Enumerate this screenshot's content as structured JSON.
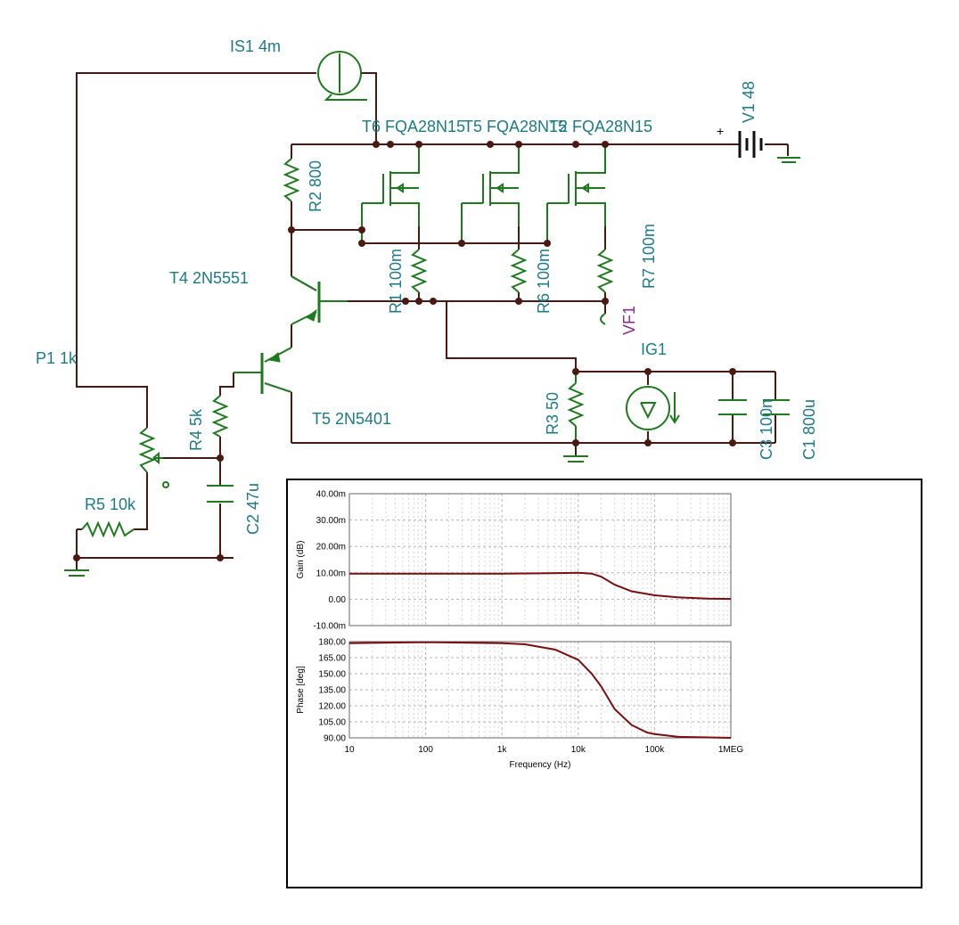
{
  "schematic": {
    "labels": {
      "is1": "IS1 4m",
      "t6": "T6 FQA28N15",
      "t5b": "T5 FQA28N15",
      "t2": "T2 FQA28N15",
      "v1": "V1 48",
      "v1_plus": "+",
      "r2": "R2 800",
      "t4": "T4 2N5551",
      "r1": "R1 100m",
      "r6": "R6 100m",
      "r7": "R7 100m",
      "vf1": "VF1",
      "ig1": "IG1",
      "p1": "P1 1k",
      "r4": "R4 5k",
      "t5": "T5 2N5401",
      "r3": "R3 50",
      "c3": "C3 100n",
      "c1": "C1 800u",
      "r5": "R5 10k",
      "c2": "C2 47u"
    }
  },
  "chart_data": [
    {
      "type": "line",
      "ylabel": "Gain (dB)",
      "xlabel": "Frequency (Hz)",
      "x_scale": "log",
      "xlim": [
        10,
        1000000
      ],
      "ylim": [
        -0.01,
        0.04
      ],
      "yticks": [
        "40.00m",
        "30.00m",
        "20.00m",
        "10.00m",
        "0.00",
        "-10.00m"
      ],
      "series": [
        {
          "x": [
            10,
            100,
            1000,
            3000,
            10000,
            15000,
            20000,
            30000,
            50000,
            100000,
            200000,
            500000,
            1000000
          ],
          "y": [
            0.0097,
            0.0097,
            0.0097,
            0.0098,
            0.01,
            0.0097,
            0.0085,
            0.0055,
            0.003,
            0.0015,
            0.0007,
            0.0002,
            0.0001
          ]
        }
      ]
    },
    {
      "type": "line",
      "ylabel": "Phase [deg]",
      "xlabel": "Frequency (Hz)",
      "x_scale": "log",
      "xlim": [
        10,
        1000000
      ],
      "ylim": [
        90,
        180
      ],
      "yticks": [
        "180.00",
        "165.00",
        "150.00",
        "135.00",
        "120.00",
        "105.00",
        "90.00"
      ],
      "xticks": [
        "10",
        "100",
        "1k",
        "10k",
        "100k",
        "1MEG"
      ],
      "series": [
        {
          "x": [
            10,
            100,
            1000,
            2000,
            5000,
            10000,
            15000,
            20000,
            30000,
            50000,
            80000,
            100000,
            200000,
            1000000
          ],
          "y": [
            178.5,
            179.5,
            178.5,
            177.5,
            172.5,
            163,
            150,
            138,
            117,
            102,
            95,
            93.5,
            91,
            90
          ]
        }
      ]
    }
  ]
}
